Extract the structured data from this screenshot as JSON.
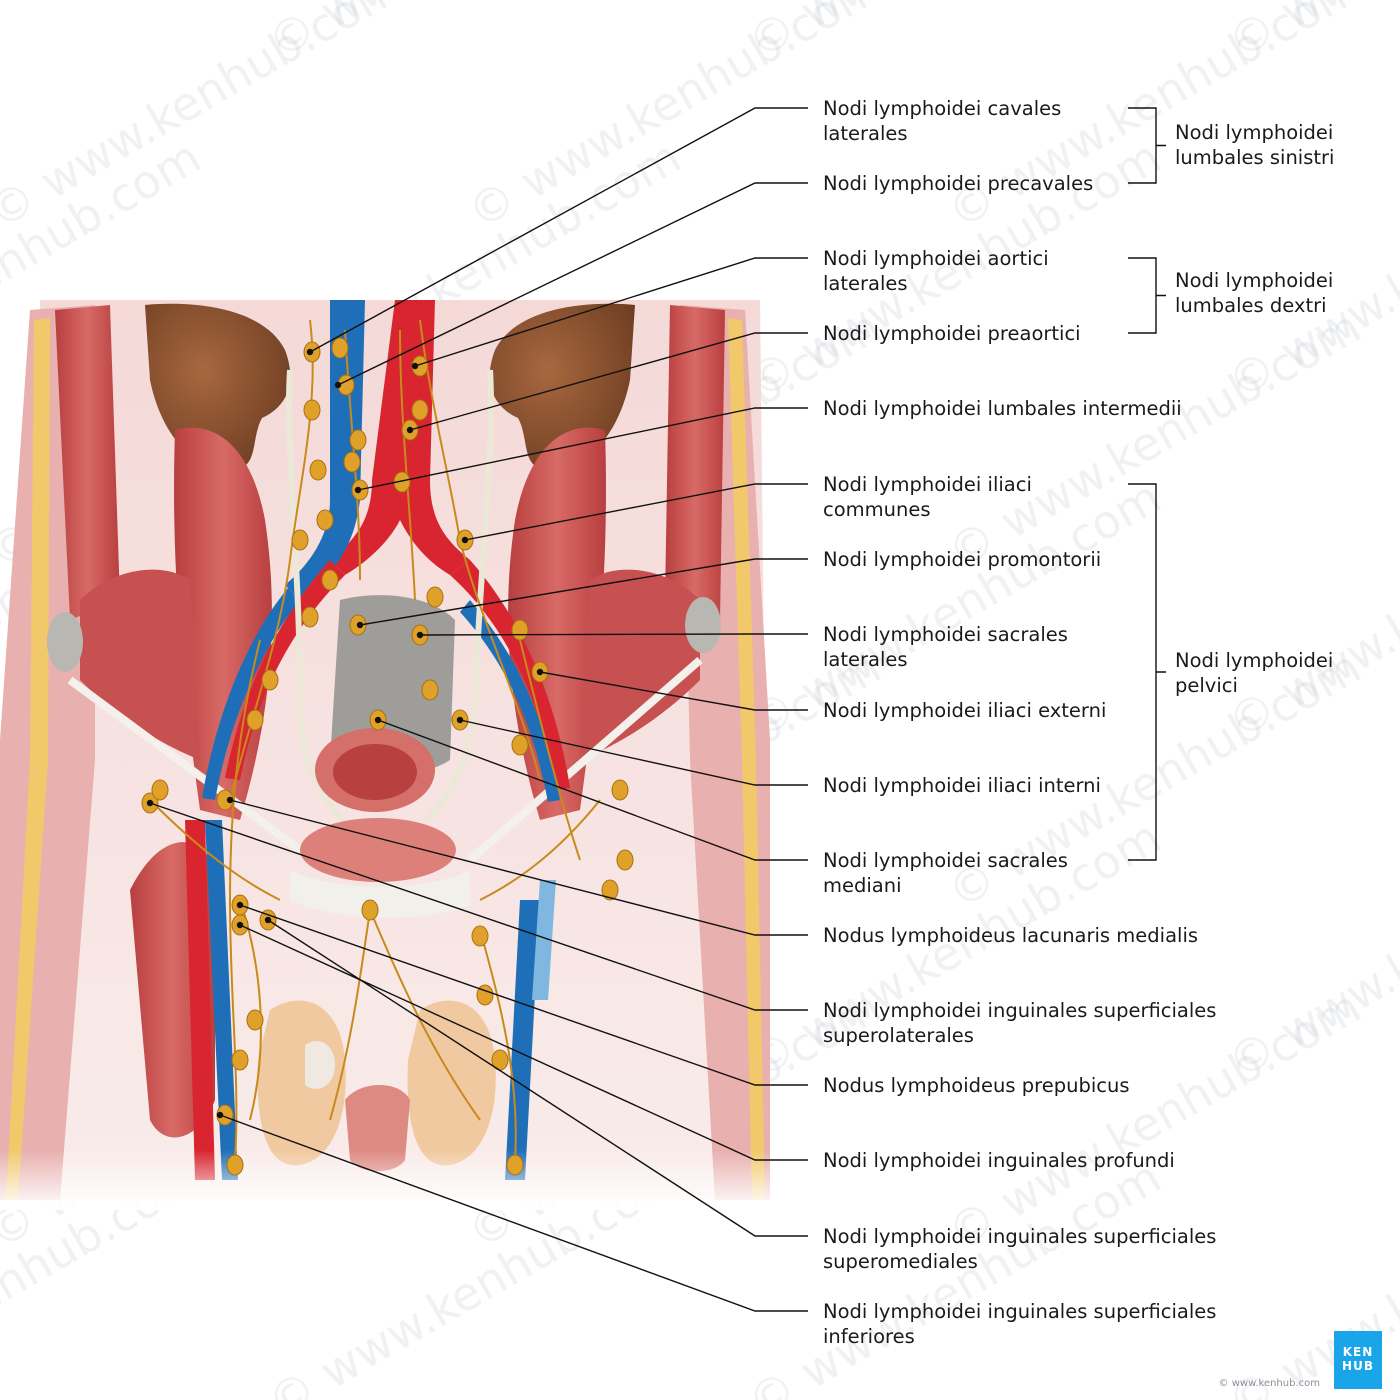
{
  "figure": {
    "watermark": "© www.kenhub.com",
    "credit": "© www.kenhub.com",
    "logo": {
      "line1": "KEN",
      "line2": "HUB"
    },
    "colors": {
      "artery": "#d8252f",
      "vein": "#1f6fb8",
      "lymph_node": "#e0a12a",
      "lymph_vessel": "#c98a1c",
      "muscle": "#c94b4a",
      "kidney": "#8a5230",
      "bone": "#b9b7b1",
      "skin": "#f2d8d6",
      "fat": "#f1c96a"
    }
  },
  "labels": [
    {
      "id": "cav-lat",
      "lines": [
        "Nodi lymphoidei cavales",
        "laterales"
      ]
    },
    {
      "id": "precav",
      "lines": [
        "Nodi lymphoidei precavales"
      ]
    },
    {
      "id": "aort-lat",
      "lines": [
        "Nodi lymphoidei aortici",
        "laterales"
      ]
    },
    {
      "id": "preaort",
      "lines": [
        "Nodi lymphoidei preaortici"
      ]
    },
    {
      "id": "lumb-int",
      "lines": [
        "Nodi lymphoidei lumbales intermedii"
      ]
    },
    {
      "id": "iliac-comm",
      "lines": [
        "Nodi lymphoidei iliaci",
        "communes"
      ]
    },
    {
      "id": "promont",
      "lines": [
        "Nodi lymphoidei promontorii"
      ]
    },
    {
      "id": "sacr-lat",
      "lines": [
        "Nodi lymphoidei sacrales",
        "laterales"
      ]
    },
    {
      "id": "iliac-ext",
      "lines": [
        "Nodi lymphoidei iliaci externi"
      ]
    },
    {
      "id": "iliac-int",
      "lines": [
        "Nodi lymphoidei iliaci interni"
      ]
    },
    {
      "id": "sacr-med",
      "lines": [
        "Nodi lymphoidei sacrales",
        "mediani"
      ]
    },
    {
      "id": "lacunar",
      "lines": [
        "Nodus lymphoideus lacunaris medialis"
      ]
    },
    {
      "id": "ing-sup-lat",
      "lines": [
        "Nodi lymphoidei inguinales superficiales",
        "superolaterales"
      ]
    },
    {
      "id": "prepubic",
      "lines": [
        "Nodus lymphoideus prepubicus"
      ]
    },
    {
      "id": "ing-prof",
      "lines": [
        "Nodi lymphoidei inguinales profundi"
      ]
    },
    {
      "id": "ing-sup-med",
      "lines": [
        "Nodi lymphoidei inguinales superficiales",
        "superomediales"
      ]
    },
    {
      "id": "ing-sup-inf",
      "lines": [
        "Nodi lymphoidei inguinales superficiales",
        "inferiores"
      ]
    }
  ],
  "groups": [
    {
      "id": "lumb-sin",
      "lines": [
        "Nodi lymphoidei",
        "lumbales sinistri"
      ]
    },
    {
      "id": "lumb-dex",
      "lines": [
        "Nodi lymphoidei",
        "lumbales dextri"
      ]
    },
    {
      "id": "pelvici",
      "lines": [
        "Nodi lymphoidei",
        "pelvici"
      ]
    }
  ]
}
